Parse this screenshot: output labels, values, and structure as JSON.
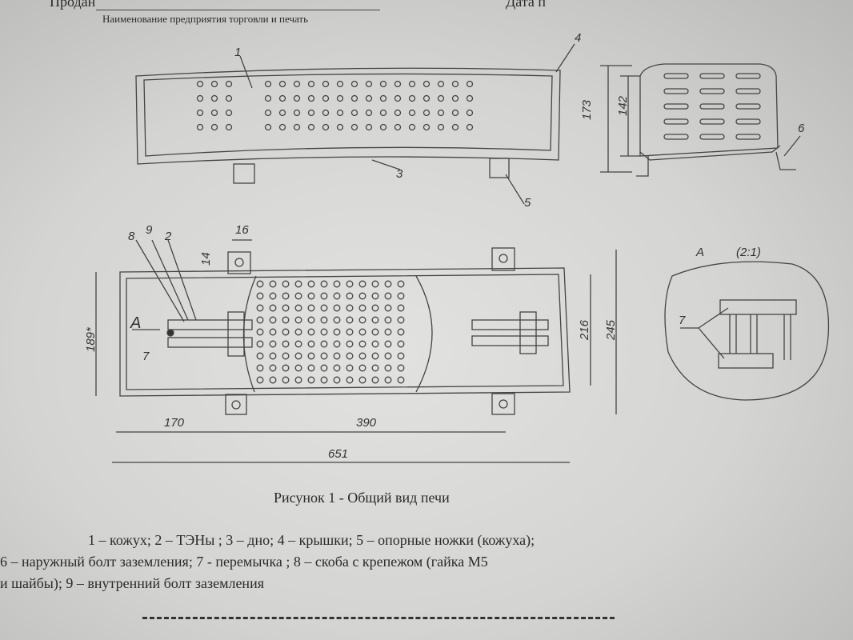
{
  "header": {
    "sold_label": "Продан",
    "sold_caption": "Наименование предприятия торговли и печать",
    "date_label": "Дата п"
  },
  "drawing": {
    "callouts": [
      "1",
      "2",
      "3",
      "4",
      "5",
      "6",
      "7",
      "8",
      "9"
    ],
    "dimensions": {
      "d173": "173",
      "d142": "142",
      "d16": "16",
      "d14": "14",
      "d189": "189*",
      "d216": "216",
      "d245": "245",
      "d170": "170",
      "d390": "390",
      "d651": "651"
    },
    "section_label": "A",
    "detail_label": "A",
    "detail_scale": "(2:1)",
    "detail_callout": "7"
  },
  "caption": "Рисунок 1 - Общий вид печи",
  "legend": {
    "line1": "1 – кожух; 2 – ТЭНы ; 3 – дно; 4 – крышки; 5 – опорные ножки (кожуха);",
    "line2": "6 – наружный болт заземления; 7 -  перемычка  ; 8 – скоба с крепежом (гайка М5",
    "line3": "и шайбы); 9 – внутренний болт заземления"
  }
}
